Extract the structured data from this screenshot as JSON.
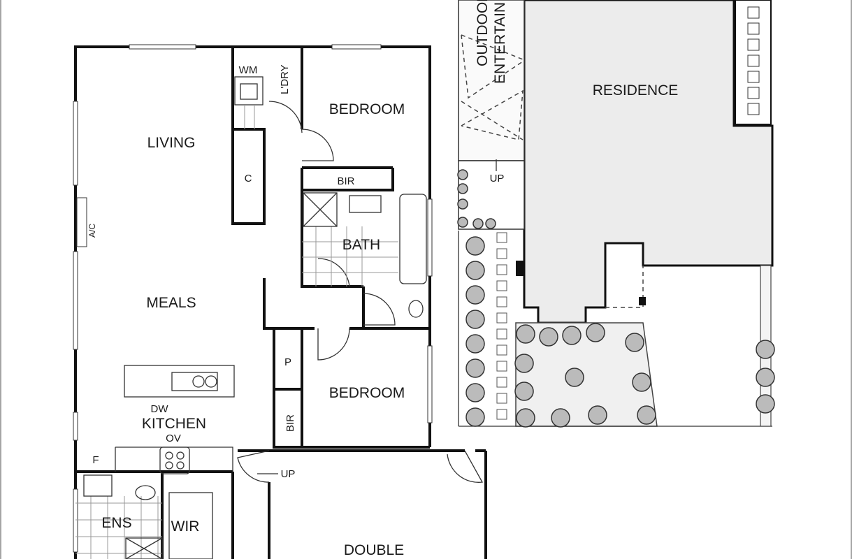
{
  "plan": {
    "rooms": {
      "living": "LIVING",
      "wm": "WM",
      "laundry": "L'DRY",
      "bedroom1": "BEDROOM",
      "cupboard": "C",
      "bir1": "BIR",
      "bath": "BATH",
      "meals": "MEALS",
      "pantry": "P",
      "bir2": "BIR",
      "bedroom2": "BEDROOM",
      "dw": "DW",
      "kitchen": "KITCHEN",
      "oven": "OV",
      "fridge": "F",
      "ensuite": "ENS",
      "wir": "WIR",
      "garage_up": "UP",
      "garage": "DOUBLE",
      "ac": "A/C",
      "outdoor_line1": "OUTDOOR",
      "outdoor_line2": "ENTERTAIN",
      "residence": "RESIDENCE",
      "outdoor_up": "UP"
    },
    "colors": {
      "wall": "#111111",
      "residence": "#ececec",
      "garden": "#f0f0f0"
    }
  }
}
